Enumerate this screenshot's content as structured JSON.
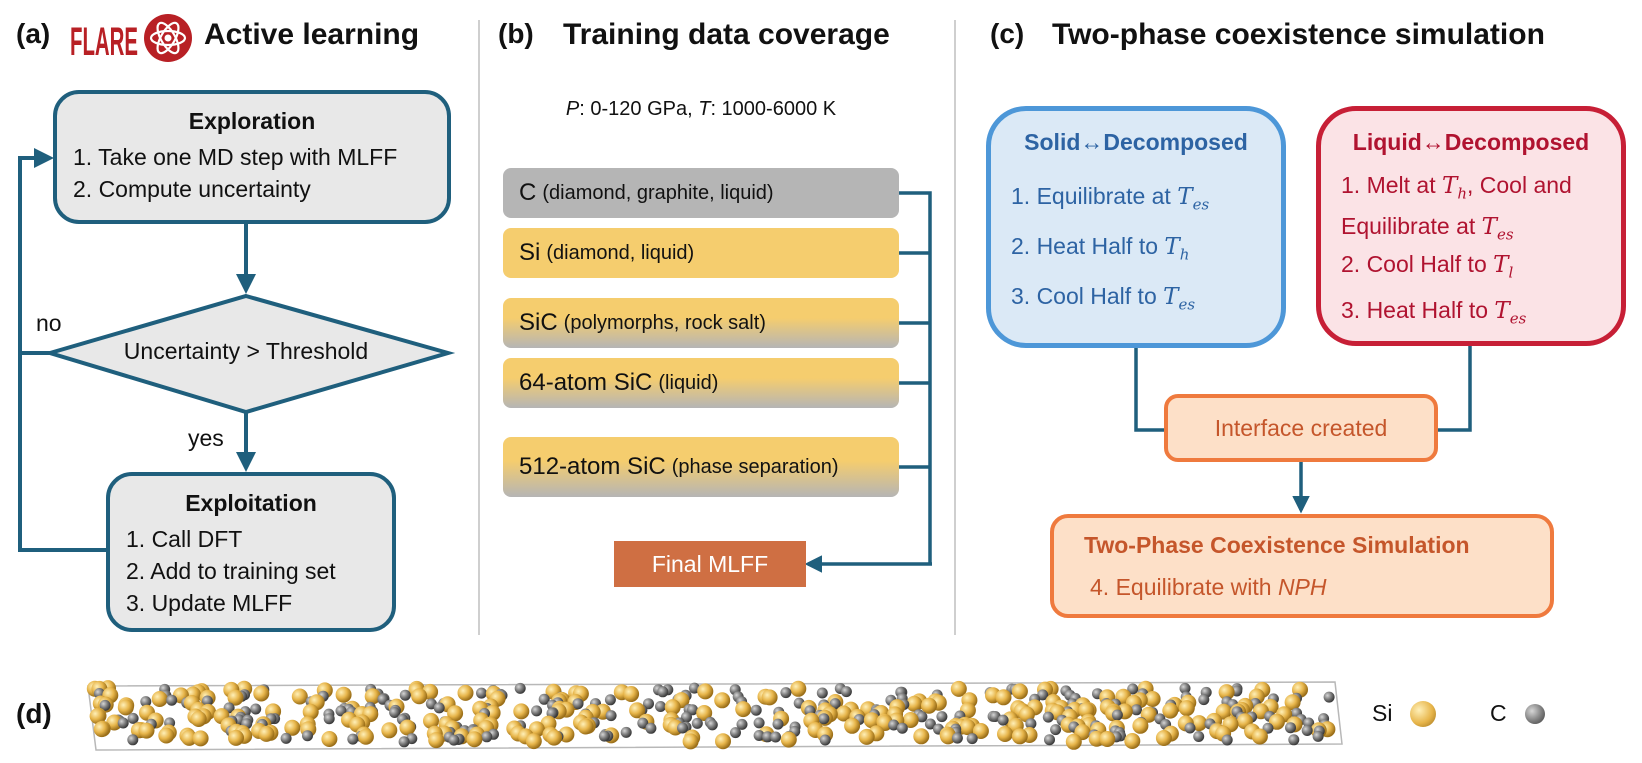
{
  "colors": {
    "flow": "#1f5f7d",
    "box_gray": "#e8e8e8",
    "bar_gray": "#b5b5b5",
    "bar_gold": "#f5cd6e",
    "final_mlff": "#cf6f43",
    "solid_border": "#4d97d8",
    "solid_fill": "#dbe9f6",
    "solid_text": "#2d63a3",
    "liquid_border": "#c71f36",
    "liquid_fill": "#fbe3e6",
    "liquid_text": "#b01330",
    "orange_border": "#ef7a3e",
    "orange_fill": "#fde0c8",
    "orange_text": "#c5562b",
    "si_atom": "#e7b54a",
    "c_atom": "#7c7c7c"
  },
  "panel_a": {
    "label": "(a)",
    "title": "Active learning",
    "logo": {
      "text": "FLARE",
      "icon": "atom-icon"
    },
    "exploration": {
      "title": "Exploration",
      "items": [
        "1. Take one MD step with MLFF",
        "2. Compute uncertainty"
      ]
    },
    "decision": "Uncertainty > Threshold",
    "no_label": "no",
    "yes_label": "yes",
    "exploitation": {
      "title": "Exploitation",
      "items": [
        "1. Call DFT",
        "2. Add to training set",
        "3. Update MLFF"
      ]
    }
  },
  "panel_b": {
    "label": "(b)",
    "title": "Training data coverage",
    "range": {
      "p": "P",
      "p_val": ": 0-120 GPa, ",
      "t": "T",
      "t_val": ": 1000-6000 K"
    },
    "bars": [
      {
        "main": "C",
        "sub": "(diamond, graphite, liquid)",
        "style": "gray"
      },
      {
        "main": "Si",
        "sub": "(diamond, liquid)",
        "style": "gold"
      },
      {
        "main": "SiC",
        "sub": "(polymorphs, rock salt)",
        "style": "gold-gray"
      },
      {
        "main": "64-atom SiC",
        "sub": "(liquid)",
        "style": "gold-gray"
      },
      {
        "main": "512-atom SiC",
        "sub": "(phase separation)",
        "style": "gold-gray"
      }
    ],
    "final": "Final MLFF"
  },
  "panel_c": {
    "label": "(c)",
    "title": "Two-phase coexistence simulation",
    "solid": {
      "title": "Solid↔Decomposed",
      "steps": [
        {
          "text": "1. Equilibrate at ",
          "var": "T",
          "sub": "es"
        },
        {
          "text": "2. Heat Half to ",
          "var": "T",
          "sub": "h"
        },
        {
          "text": "3. Cool Half to ",
          "var": "T",
          "sub": "es"
        }
      ]
    },
    "liquid": {
      "title": "Liquid↔Decomposed",
      "step1_a": "1. Melt at ",
      "step1_var": "T",
      "step1_sub": "h",
      "step1_b": ", Cool and",
      "step1_c": "Equilibrate at ",
      "step1_var2": "T",
      "step1_sub2": "es",
      "step2": "2. Cool Half to ",
      "step2_var": "T",
      "step2_sub": "l",
      "step3": "3. Heat Half to ",
      "step3_var": "T",
      "step3_sub": "es"
    },
    "interface": "Interface created",
    "coexist": {
      "title": "Two-Phase Coexistence Simulation",
      "step": "4. Equilibrate with ",
      "step_var": "NPH"
    }
  },
  "panel_d": {
    "label": "(d)",
    "legend": [
      {
        "label": "Si",
        "color": "#e7b54a"
      },
      {
        "label": "C",
        "color": "#7c7c7c"
      }
    ]
  }
}
